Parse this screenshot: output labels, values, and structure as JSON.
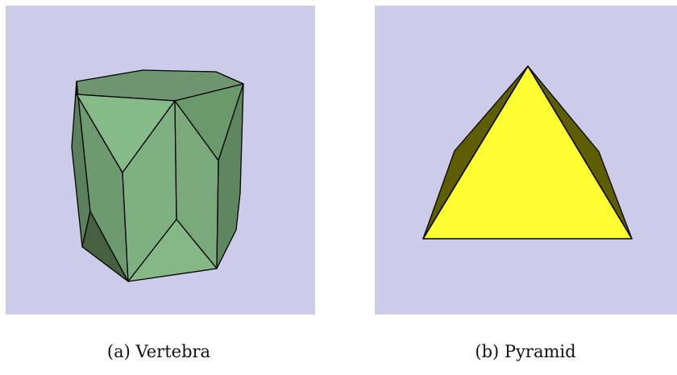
{
  "figures": [
    {
      "id": "a",
      "caption": "(a) Vertebra",
      "object": "vertebra-polyhedron",
      "colors": {
        "background": "#ccccea",
        "face_light": "#82b584",
        "face_mid": "#6f9f72",
        "face_top": "#6b8f6b",
        "face_dark": "#4a6a4a",
        "edge": "#000000"
      }
    },
    {
      "id": "b",
      "caption": "(b) Pyramid",
      "object": "pyramid-polyhedron",
      "colors": {
        "background": "#ccccea",
        "front_face": "#ffff33",
        "side_face": "#5e5e00",
        "edge": "#000000"
      }
    }
  ]
}
